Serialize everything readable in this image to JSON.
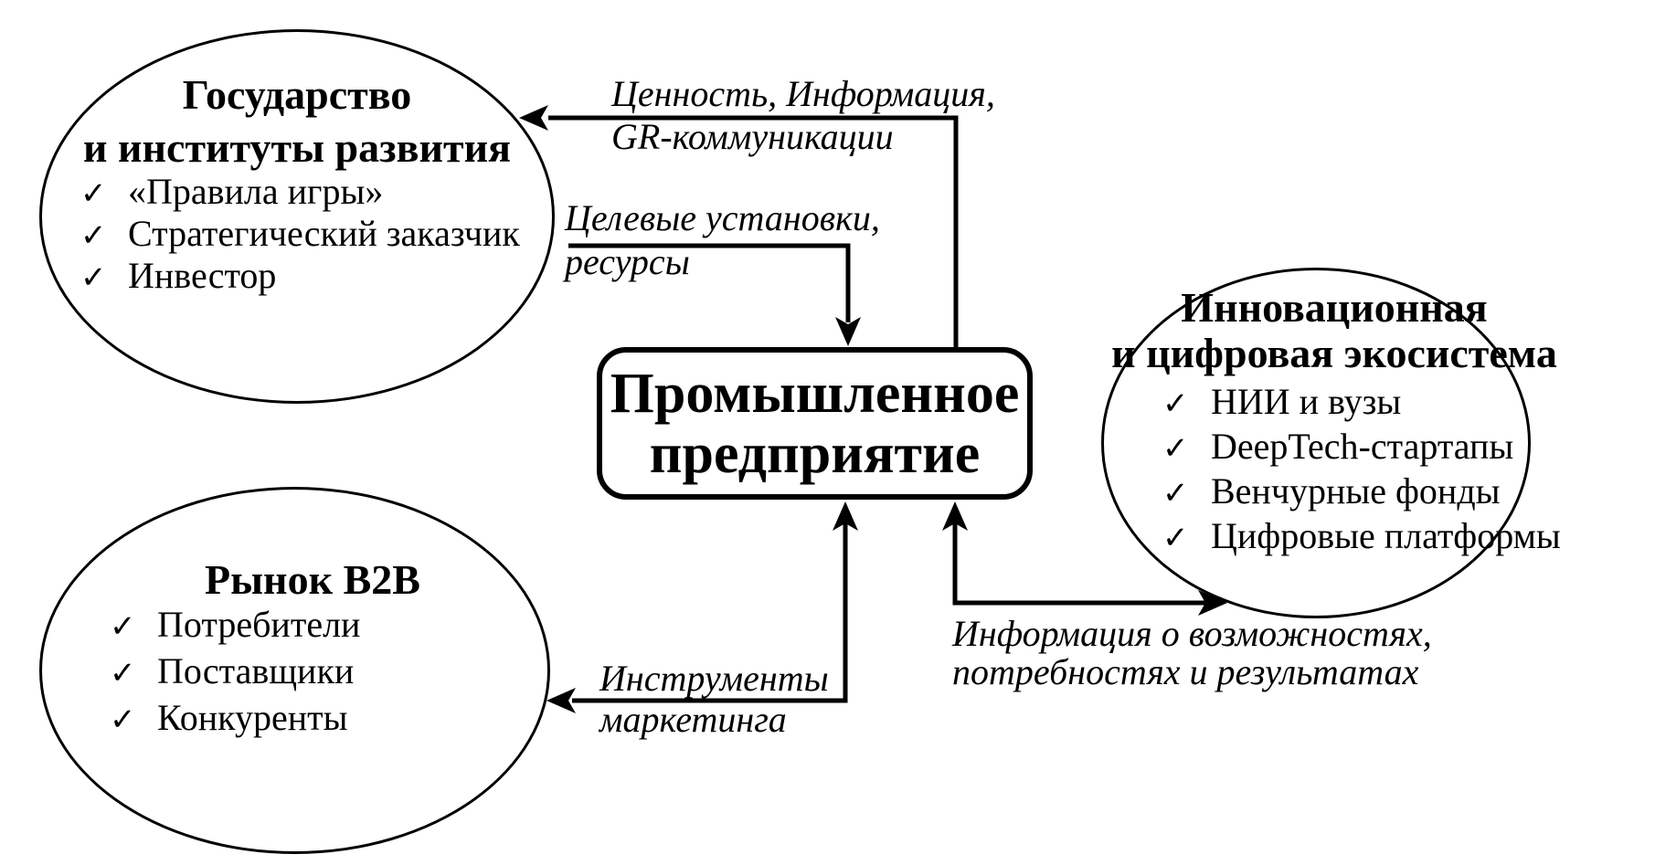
{
  "glyphs": {
    "check": "✓"
  },
  "colors": {
    "ink": "#000000",
    "background": "#ffffff"
  },
  "nodes": {
    "government": {
      "title_line1": "Государство",
      "title_line2": "и институты развития",
      "items": [
        "«Правила игры»",
        "Стратегический заказчик",
        "Инвестор"
      ]
    },
    "b2b_market": {
      "title_line1": "Рынок B2B",
      "items": [
        "Потребители",
        "Поставщики",
        "Конкуренты"
      ]
    },
    "ecosystem": {
      "title_line1": "Инновационная",
      "title_line2": "и цифровая экосистема",
      "items": [
        "НИИ и вузы",
        "DeepTech-стартапы",
        "Венчурные фонды",
        "Цифровые платформы"
      ]
    },
    "enterprise": {
      "title_line1": "Промышленное",
      "title_line2": "предприятие"
    }
  },
  "edges": {
    "value_info_gr": {
      "label_line1": "Ценность, Информация,",
      "label_line2": "GR-коммуникации",
      "from": "enterprise",
      "to": "government",
      "arrowheads": "single"
    },
    "targets_resources": {
      "label_line1": "Целевые установки,",
      "label_line2": "ресурсы",
      "from": "government",
      "to": "enterprise",
      "arrowheads": "single"
    },
    "marketing_tools": {
      "label_line1": "Инструменты",
      "label_line2": "маркетинга",
      "from": "enterprise",
      "to": "b2b_market",
      "arrowheads": "double"
    },
    "info_opportunities": {
      "label_line1": "Информация о возможностях,",
      "label_line2": "потребностях и результатах",
      "from": "enterprise",
      "to": "ecosystem",
      "arrowheads": "double"
    }
  }
}
